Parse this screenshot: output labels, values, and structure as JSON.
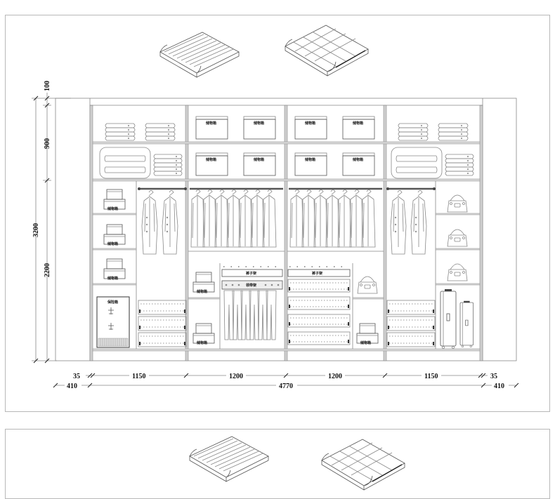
{
  "drawing": {
    "title": "Wardrobe elevation",
    "labels": {
      "storage_box": "储物箱",
      "trouser_rack": "裤子架",
      "tie_rack": "领带架",
      "safe": "保险箱"
    },
    "vertical_dims": {
      "top_gap": "100",
      "upper_section": "900",
      "total_height": "3200",
      "lower_section": "2200"
    },
    "horizontal_dims": {
      "left_side_panel": "35",
      "bay_1": "1150",
      "bay_2": "1200",
      "bay_3": "1200",
      "bay_4": "1150",
      "right_side_panel": "35",
      "left_return": "410",
      "total_width": "4770",
      "right_return": "410"
    },
    "accessories": [
      "trouser-pull-out-tray",
      "grid-drawer-tray"
    ]
  }
}
